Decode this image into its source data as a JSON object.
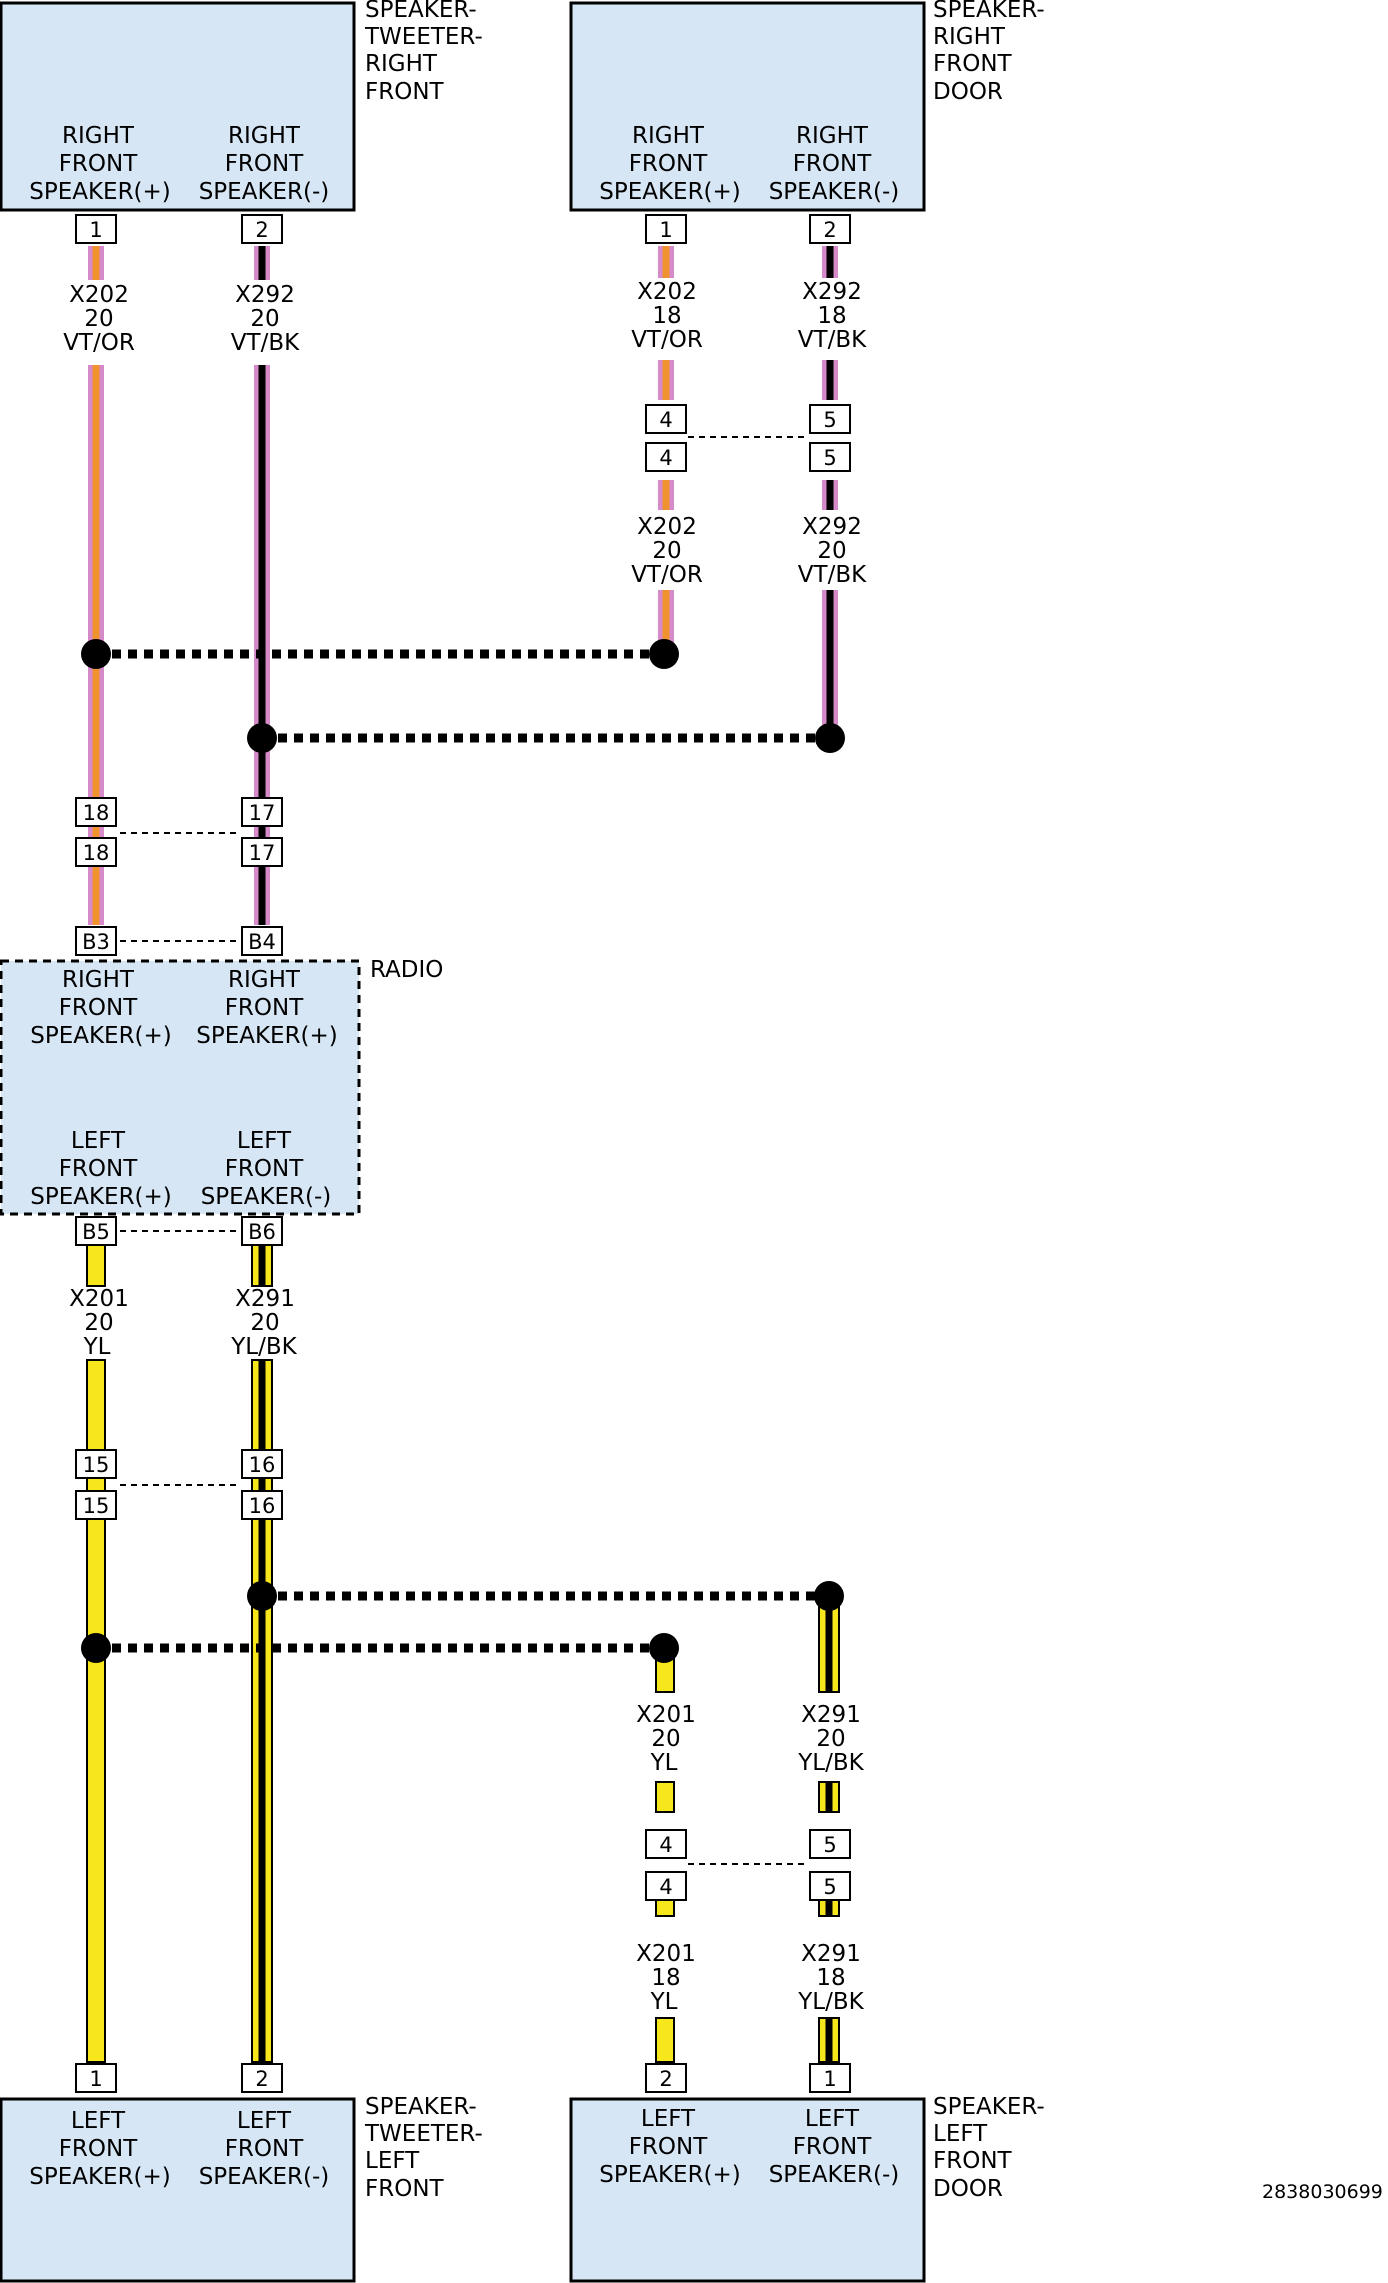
{
  "colors": {
    "box_fill": "#d6e6f5",
    "violet": "#d78ac9",
    "orange": "#f0922e",
    "black": "#000000",
    "yellow": "#f7e61c",
    "splice_dot": "#000000"
  },
  "components": {
    "tweeter_rf": {
      "label": [
        "SPEAKER-",
        "TWEETER-",
        "RIGHT",
        "FRONT"
      ],
      "pin_a": [
        "RIGHT",
        "FRONT",
        "SPEAKER(+)"
      ],
      "pin_b": [
        "RIGHT",
        "FRONT",
        "SPEAKER(-)"
      ]
    },
    "door_rf": {
      "label": [
        "SPEAKER-",
        "RIGHT",
        "FRONT",
        "DOOR"
      ],
      "pin_a": [
        "RIGHT",
        "FRONT",
        "SPEAKER(+)"
      ],
      "pin_b": [
        "RIGHT",
        "FRONT",
        "SPEAKER(-)"
      ]
    },
    "radio": {
      "label": [
        "RADIO"
      ],
      "right_a": [
        "RIGHT",
        "FRONT",
        "SPEAKER(+)"
      ],
      "right_b": [
        "RIGHT",
        "FRONT",
        "SPEAKER(+)"
      ],
      "left_a": [
        "LEFT",
        "FRONT",
        "SPEAKER(+)"
      ],
      "left_b": [
        "LEFT",
        "FRONT",
        "SPEAKER(-)"
      ]
    },
    "tweeter_lf": {
      "label": [
        "SPEAKER-",
        "TWEETER-",
        "LEFT",
        "FRONT"
      ],
      "pin_a": [
        "LEFT",
        "FRONT",
        "SPEAKER(+)"
      ],
      "pin_b": [
        "LEFT",
        "FRONT",
        "SPEAKER(-)"
      ]
    },
    "door_lf": {
      "label": [
        "SPEAKER-",
        "LEFT",
        "FRONT",
        "DOOR"
      ],
      "pin_a": [
        "LEFT",
        "FRONT",
        "SPEAKER(+)"
      ],
      "pin_b": [
        "LEFT",
        "FRONT",
        "SPEAKER(-)"
      ]
    }
  },
  "pins": {
    "tweeter_rf_a": "1",
    "tweeter_rf_b": "2",
    "door_rf_a": "1",
    "door_rf_b": "2",
    "door_rf_conn_a_top": "4",
    "door_rf_conn_a_bottom": "4",
    "door_rf_conn_b_top": "5",
    "door_rf_conn_b_bottom": "5",
    "right_conn_a_top": "18",
    "right_conn_a_bottom": "18",
    "right_conn_b_top": "17",
    "right_conn_b_bottom": "17",
    "radio_b3": "B3",
    "radio_b4": "B4",
    "radio_b5": "B5",
    "radio_b6": "B6",
    "left_conn_a_top": "15",
    "left_conn_a_bottom": "15",
    "left_conn_b_top": "16",
    "left_conn_b_bottom": "16",
    "door_lf_conn_a_top": "4",
    "door_lf_conn_a_bottom": "4",
    "door_lf_conn_b_top": "5",
    "door_lf_conn_b_bottom": "5",
    "tweeter_lf_a": "1",
    "tweeter_lf_b": "2",
    "door_lf_a": "2",
    "door_lf_b": "1"
  },
  "wires": {
    "rf_tweeter_pos": [
      "X202",
      "20",
      "VT/OR"
    ],
    "rf_tweeter_neg": [
      "X292",
      "20",
      "VT/BK"
    ],
    "rf_door_pos_upper": [
      "X202",
      "18",
      "VT/OR"
    ],
    "rf_door_neg_upper": [
      "X292",
      "18",
      "VT/BK"
    ],
    "rf_door_pos_lower": [
      "X202",
      "20",
      "VT/OR"
    ],
    "rf_door_neg_lower": [
      "X292",
      "20",
      "VT/BK"
    ],
    "lf_radio_pos": [
      "X201",
      "20",
      "YL"
    ],
    "lf_radio_neg": [
      "X291",
      "20",
      "YL/BK"
    ],
    "lf_door_pos_upper": [
      "X201",
      "20",
      "YL"
    ],
    "lf_door_neg_upper": [
      "X291",
      "20",
      "YL/BK"
    ],
    "lf_door_pos_lower": [
      "X201",
      "18",
      "YL"
    ],
    "lf_door_neg_lower": [
      "X291",
      "18",
      "YL/BK"
    ]
  },
  "reference_id": "2838030699"
}
